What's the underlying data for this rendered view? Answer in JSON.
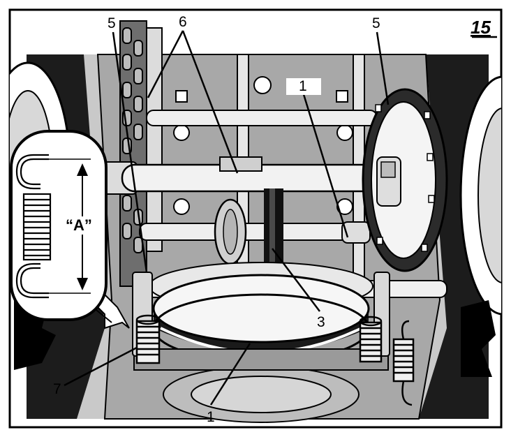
{
  "figure_number": "15",
  "callouts": {
    "five_left": "5",
    "six": "6",
    "five_right": "5",
    "one_top": "1",
    "three": "3",
    "seven": "7",
    "one_bottom": "1",
    "spring_dimension": "“A”"
  }
}
